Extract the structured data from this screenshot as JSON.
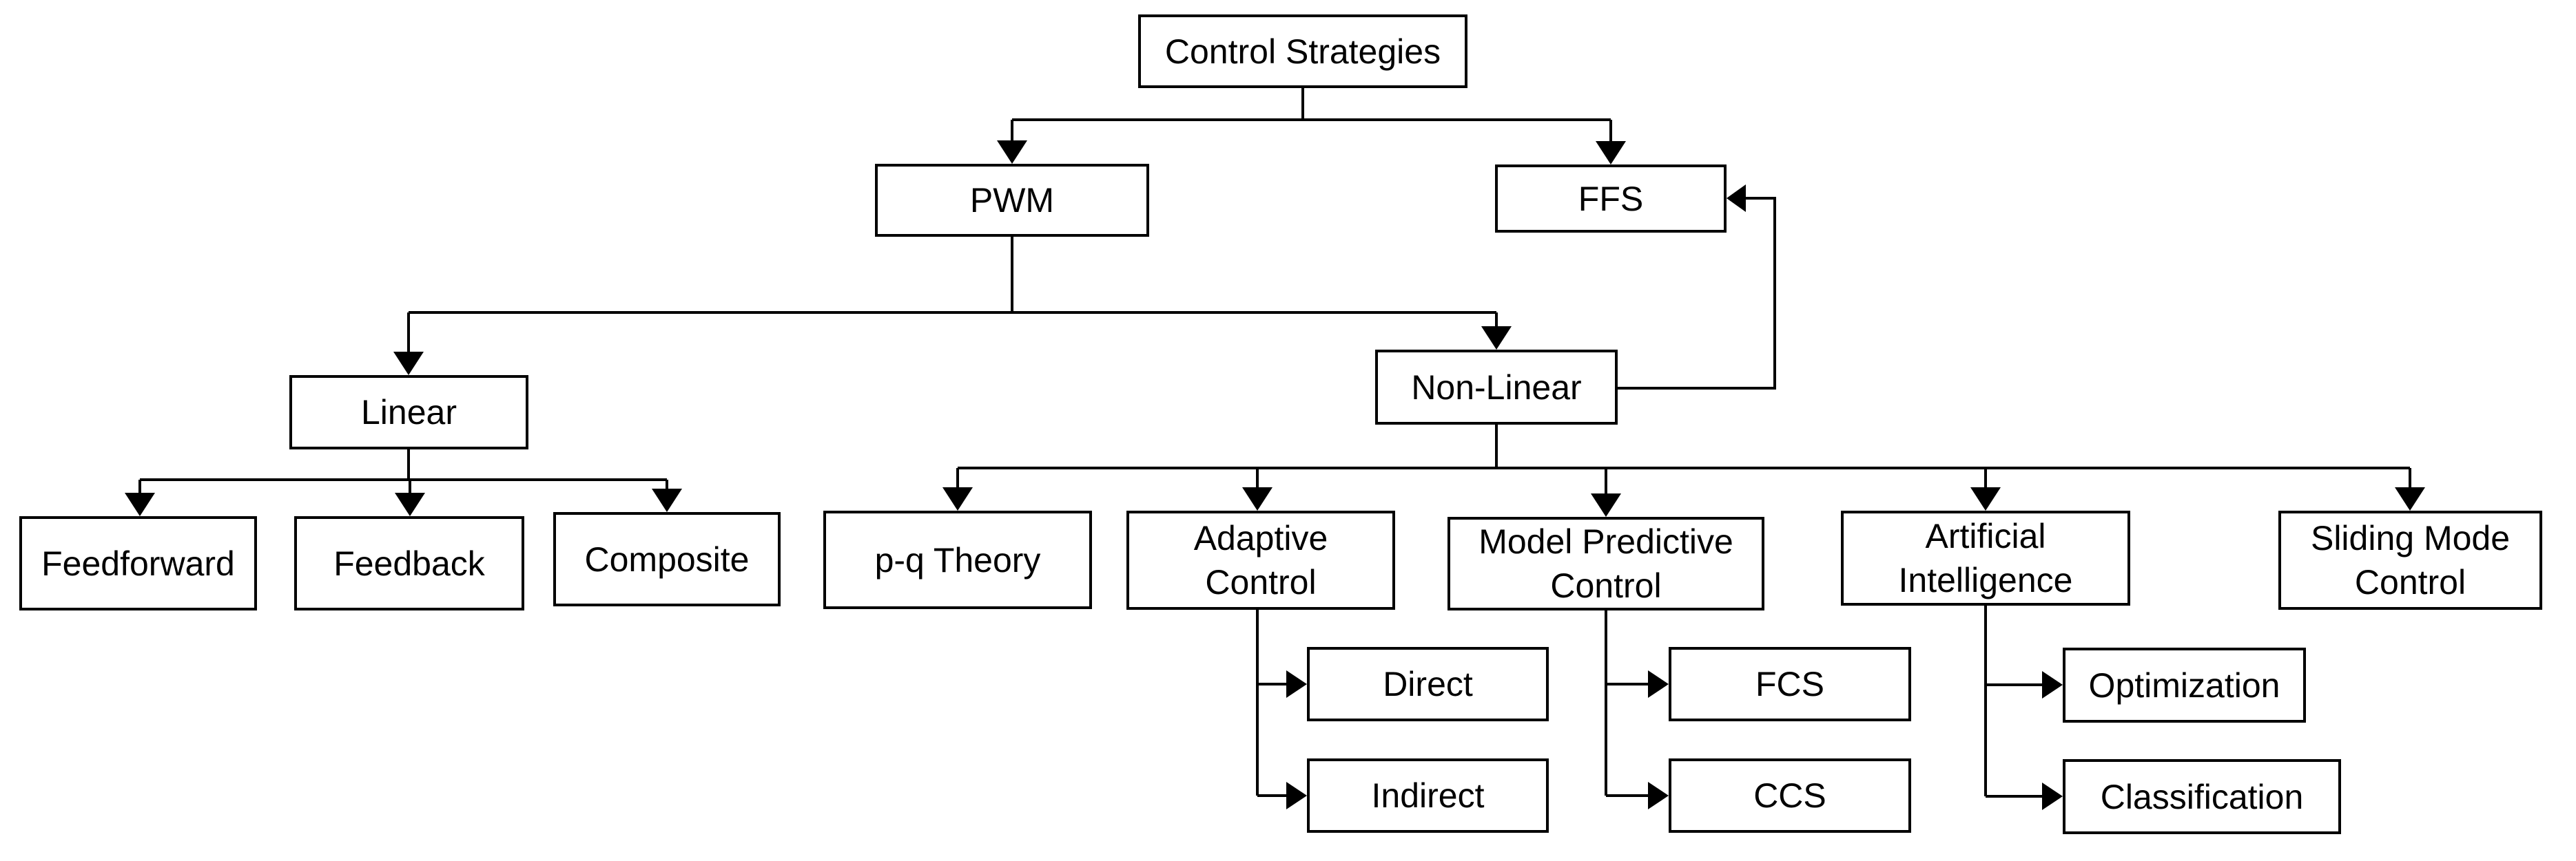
{
  "diagram": {
    "nodes": {
      "control_strategies": "Control Strategies",
      "pwm": "PWM",
      "ffs": "FFS",
      "linear": "Linear",
      "non_linear": "Non-Linear",
      "feedforward": "Feedforward",
      "feedback": "Feedback",
      "composite": "Composite",
      "pq_theory": "p-q Theory",
      "adaptive_control": "Adaptive\nControl",
      "model_predictive_control": "Model Predictive\nControl",
      "artificial_intelligence": "Artificial\nIntelligence",
      "sliding_mode_control": "Sliding Mode\nControl",
      "direct": "Direct",
      "indirect": "Indirect",
      "fcs": "FCS",
      "ccs": "CCS",
      "optimization": "Optimization",
      "classification": "Classification"
    },
    "edges": [
      {
        "from": "control_strategies",
        "to": "pwm"
      },
      {
        "from": "control_strategies",
        "to": "ffs"
      },
      {
        "from": "pwm",
        "to": "linear"
      },
      {
        "from": "pwm",
        "to": "non_linear"
      },
      {
        "from": "non_linear",
        "to": "ffs"
      },
      {
        "from": "linear",
        "to": "feedforward"
      },
      {
        "from": "linear",
        "to": "feedback"
      },
      {
        "from": "linear",
        "to": "composite"
      },
      {
        "from": "non_linear",
        "to": "pq_theory"
      },
      {
        "from": "non_linear",
        "to": "adaptive_control"
      },
      {
        "from": "non_linear",
        "to": "model_predictive_control"
      },
      {
        "from": "non_linear",
        "to": "artificial_intelligence"
      },
      {
        "from": "non_linear",
        "to": "sliding_mode_control"
      },
      {
        "from": "adaptive_control",
        "to": "direct"
      },
      {
        "from": "adaptive_control",
        "to": "indirect"
      },
      {
        "from": "model_predictive_control",
        "to": "fcs"
      },
      {
        "from": "model_predictive_control",
        "to": "ccs"
      },
      {
        "from": "artificial_intelligence",
        "to": "optimization"
      },
      {
        "from": "artificial_intelligence",
        "to": "classification"
      }
    ],
    "colors": {
      "line": "#000000",
      "box_border": "#000000",
      "box_fill": "#ffffff",
      "text": "#000000",
      "background": "#ffffff"
    }
  }
}
